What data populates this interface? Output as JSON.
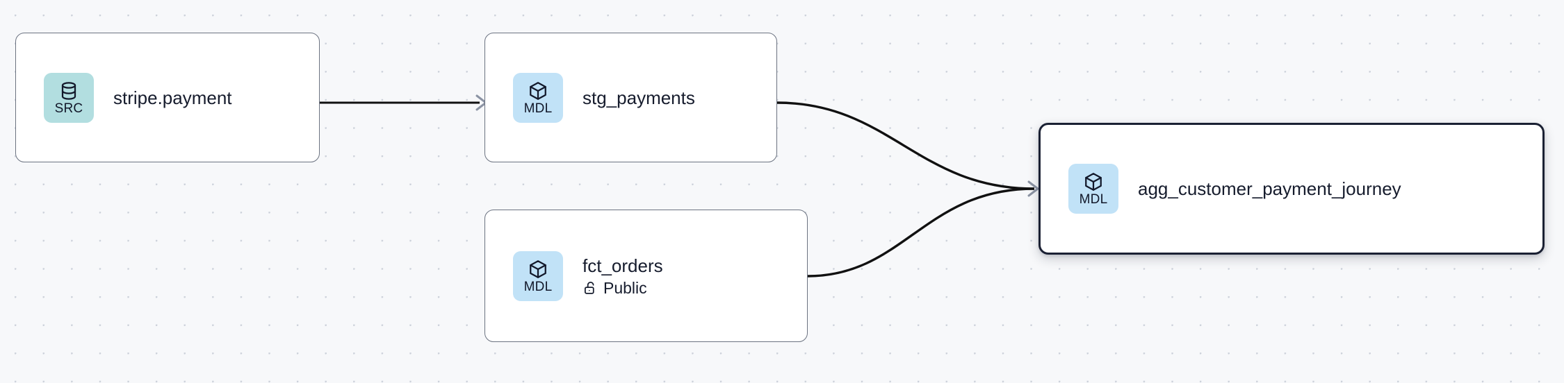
{
  "canvas": {
    "background_color": "#f7f8fa",
    "grid_dot_color": "#ccd1da",
    "grid_spacing": 40
  },
  "palette": {
    "source_badge": "#b2dee0",
    "model_badge": "#c1e2f7",
    "node_border": "#6b7280",
    "selected_border": "#1a2033",
    "text": "#161c2d",
    "edge": "#111111",
    "arrowhead": "#8b93a3"
  },
  "graph": {
    "nodes": [
      {
        "id": "stripe-payment",
        "title": "stripe.payment",
        "badge_label": "SRC",
        "badge_kind": "source",
        "badge_icon": "database-icon",
        "selected": false,
        "meta": null
      },
      {
        "id": "stg-payments",
        "title": "stg_payments",
        "badge_label": "MDL",
        "badge_kind": "model",
        "badge_icon": "cube-icon",
        "selected": false,
        "meta": null
      },
      {
        "id": "fct-orders",
        "title": "fct_orders",
        "badge_label": "MDL",
        "badge_kind": "model",
        "badge_icon": "cube-icon",
        "selected": false,
        "meta": {
          "icon": "unlock-icon",
          "label": "Public"
        }
      },
      {
        "id": "agg-customer-payment-journey",
        "title": "agg_customer_payment_journey",
        "badge_label": "MDL",
        "badge_kind": "model",
        "badge_icon": "cube-icon",
        "selected": true,
        "meta": null
      }
    ],
    "edges": [
      {
        "id": "e1",
        "from": "stripe-payment",
        "to": "stg-payments",
        "style": "straight"
      },
      {
        "id": "e2",
        "from": "stg-payments",
        "to": "agg-customer-payment-journey",
        "style": "bezier"
      },
      {
        "id": "e3",
        "from": "fct-orders",
        "to": "agg-customer-payment-journey",
        "style": "bezier"
      }
    ]
  }
}
